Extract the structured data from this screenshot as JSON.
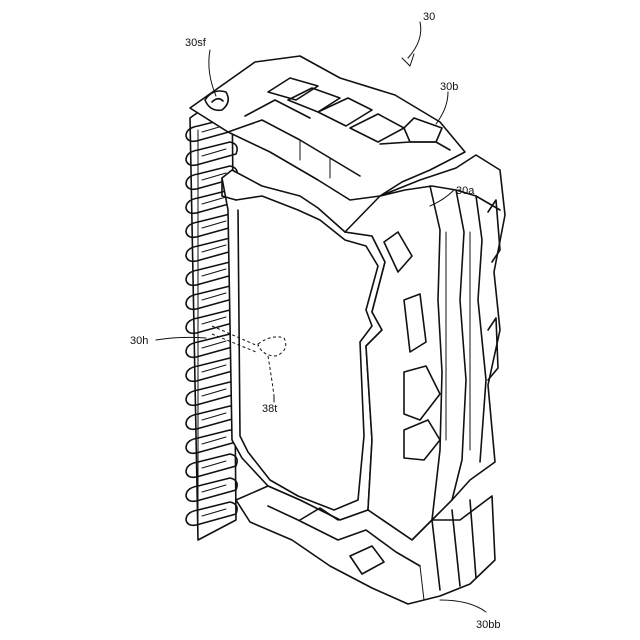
{
  "figure": {
    "labels": {
      "assembly": "30",
      "top_body": "30b",
      "front_body": "30a",
      "fastener": "30sf",
      "hole": "30h",
      "lead_end": "38t",
      "bottom_body": "30bb"
    }
  }
}
